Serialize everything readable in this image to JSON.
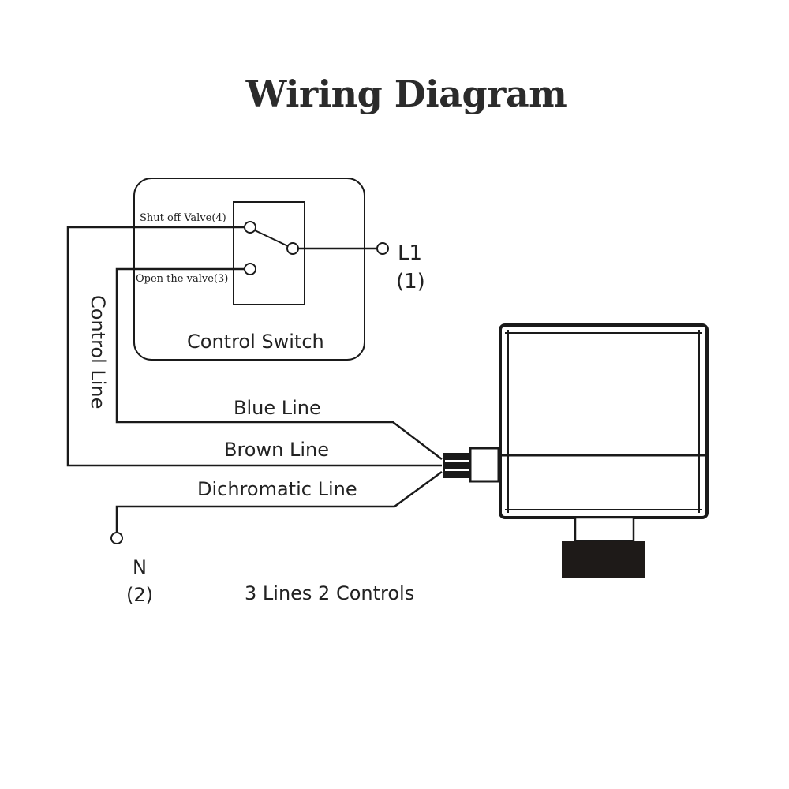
{
  "title": "Wiring Diagram",
  "switch": {
    "label": "Control Switch",
    "shut_off_label": "Shut off Valve(4)",
    "open_label": "Open the valve(3)"
  },
  "terminals": {
    "l1_name": "L1",
    "l1_num": "(1)",
    "n_name": "N",
    "n_num": "(2)"
  },
  "wires": {
    "control_line": "Control Line",
    "blue_line": "Blue Line",
    "brown_line": "Brown Line",
    "dichromatic_line": "Dichromatic Line"
  },
  "caption": "3 Lines 2 Controls"
}
